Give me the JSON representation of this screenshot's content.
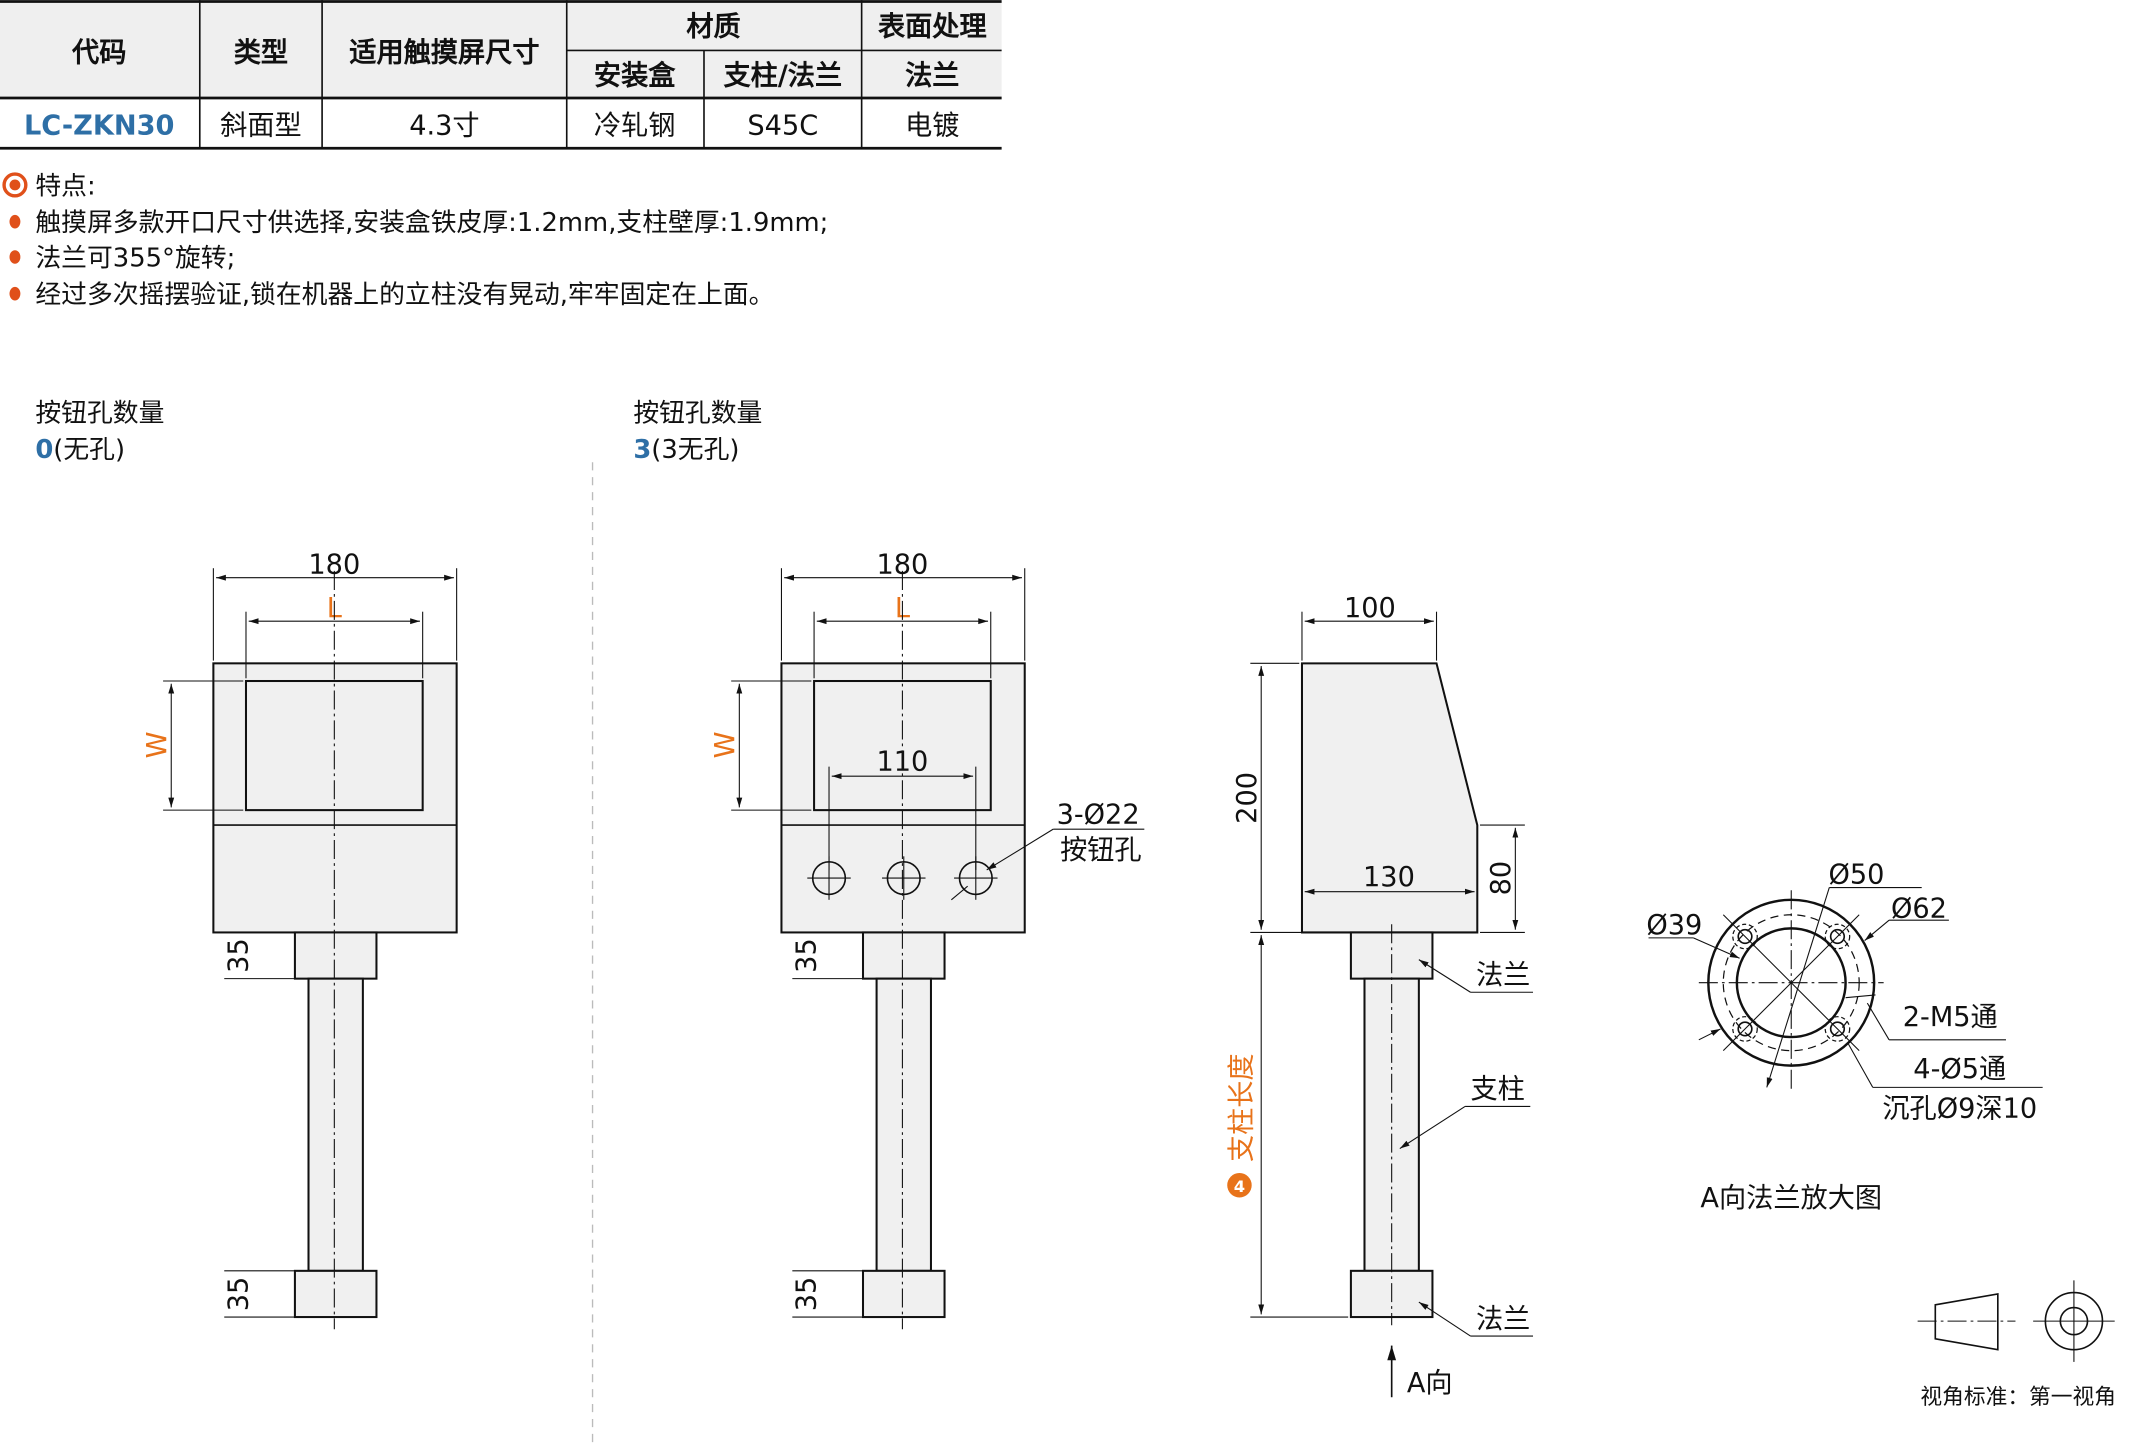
{
  "table": {
    "headers": {
      "code": "代码",
      "type": "类型",
      "screen_size": "适用触摸屏尺寸",
      "material": "材质",
      "box": "安装盒",
      "post_flange": "支柱/法兰",
      "surface": "表面处理",
      "surface_flange": "法兰"
    },
    "row": {
      "code": "LC-ZKN30",
      "type": "斜面型",
      "screen_size": "4.3寸",
      "box": "冷轧钢",
      "post_flange": "S45C",
      "surface": "电镀"
    }
  },
  "features": {
    "title": "特点:",
    "items": [
      "触摸屏多款开口尺寸供选择,安装盒铁皮厚:1.2mm,支柱壁厚:1.9mm;",
      "法兰可355°旋转;",
      "经过多次摇摆验证,锁在机器上的立柱没有晃动,牢牢固定在上面。"
    ]
  },
  "views": {
    "left": {
      "title": "按钮孔数量",
      "count": "0",
      "desc": "(无孔)"
    },
    "middle": {
      "title": "按钮孔数量",
      "count": "3",
      "desc": "(3无孔)"
    }
  },
  "dims": {
    "width": "180",
    "L": "L",
    "W": "W",
    "flange_h": "35",
    "btn_spacing": "110",
    "btn_label": "3-Ø22",
    "btn_name": "按钮孔",
    "side_depth": "100",
    "side_height": "200",
    "side_bottom": "130",
    "side_front": "80",
    "post_num": "4",
    "post_length": "支柱长度",
    "flange": "法兰",
    "post": "支柱",
    "a_dir": "A向"
  },
  "flange_view": {
    "d39": "Ø39",
    "d50": "Ø50",
    "d62": "Ø62",
    "m5": "2-M5通",
    "holes": "4-Ø5通",
    "counterbore": "沉孔Ø9深10",
    "title": "A向法兰放大图"
  },
  "projection": {
    "label": "视角标准：第一视角"
  },
  "colors": {
    "accent": "#e8731a",
    "code_blue": "#2e6fa6",
    "header_bg": "#efefef"
  }
}
